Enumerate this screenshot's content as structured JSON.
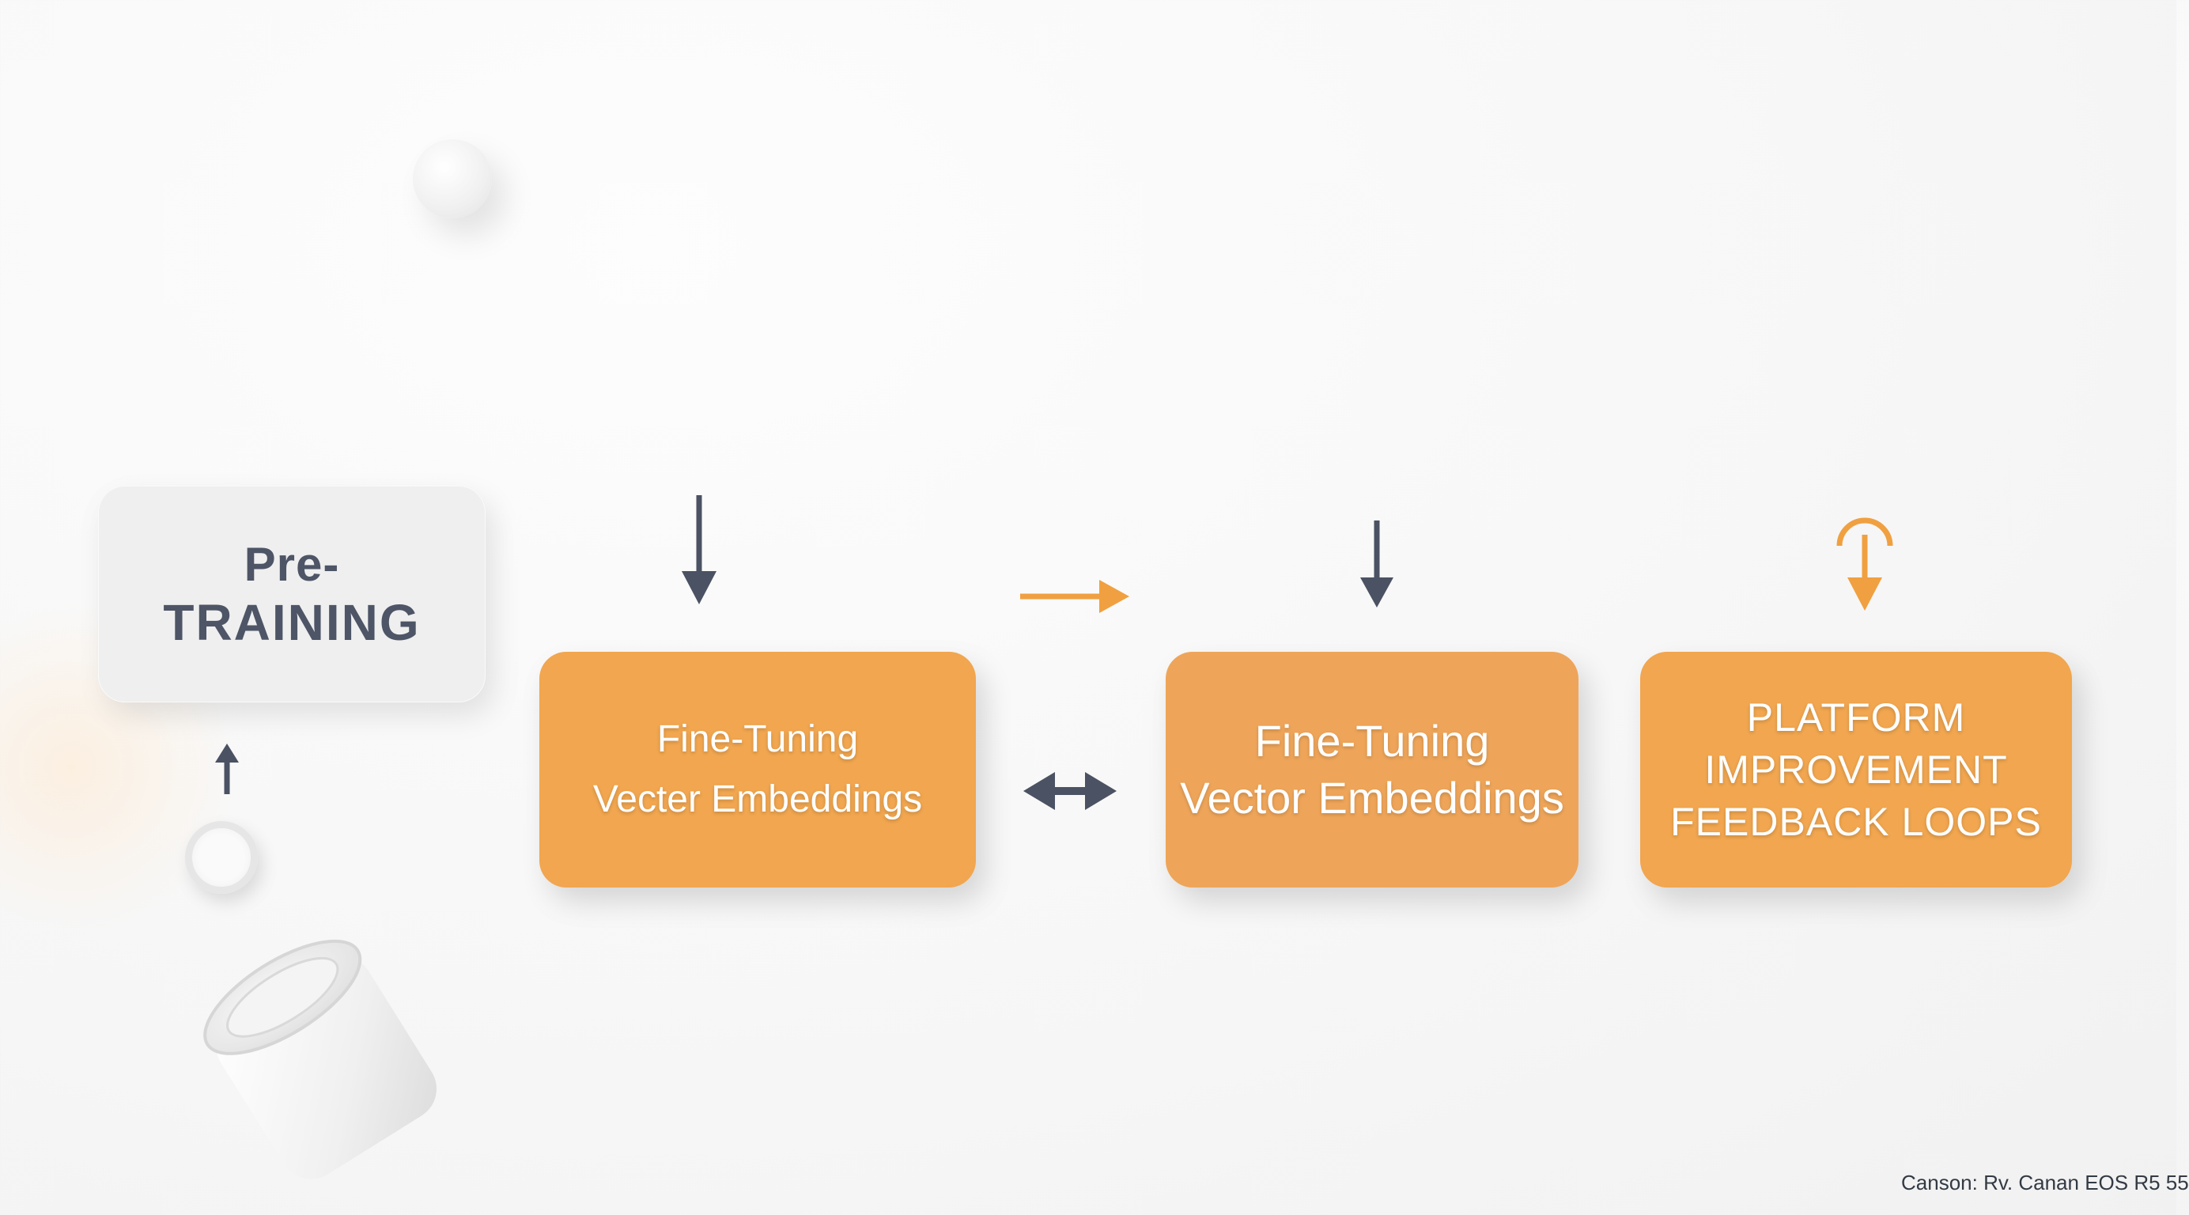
{
  "nodes": {
    "pretraining": {
      "line1": "Pre-",
      "line2": "TRAINING"
    },
    "finetune_1": {
      "line1": "Fine-Tuning",
      "line2": "Vecter Embeddings"
    },
    "finetune_2": {
      "line1": "Fine-Tuning",
      "line2": "Vector Embeddings"
    },
    "platform": {
      "line1": "PLATFORM",
      "line2": "IMPROVEMENT",
      "line3": "FEEDBACK LOOPS"
    }
  },
  "watermark": "Canson: Rv. Canan EOS R5 55",
  "colors": {
    "orange": "#f1a64f",
    "orange_arrow": "#f0a040",
    "slate_arrow": "#4a5263",
    "gray_box": "#efefef",
    "gray_text": "#4d5566"
  },
  "icons": [
    "arrow-down-icon",
    "arrow-right-icon",
    "double-arrow-icon",
    "arrow-up-icon",
    "loop-arrow-icon"
  ]
}
